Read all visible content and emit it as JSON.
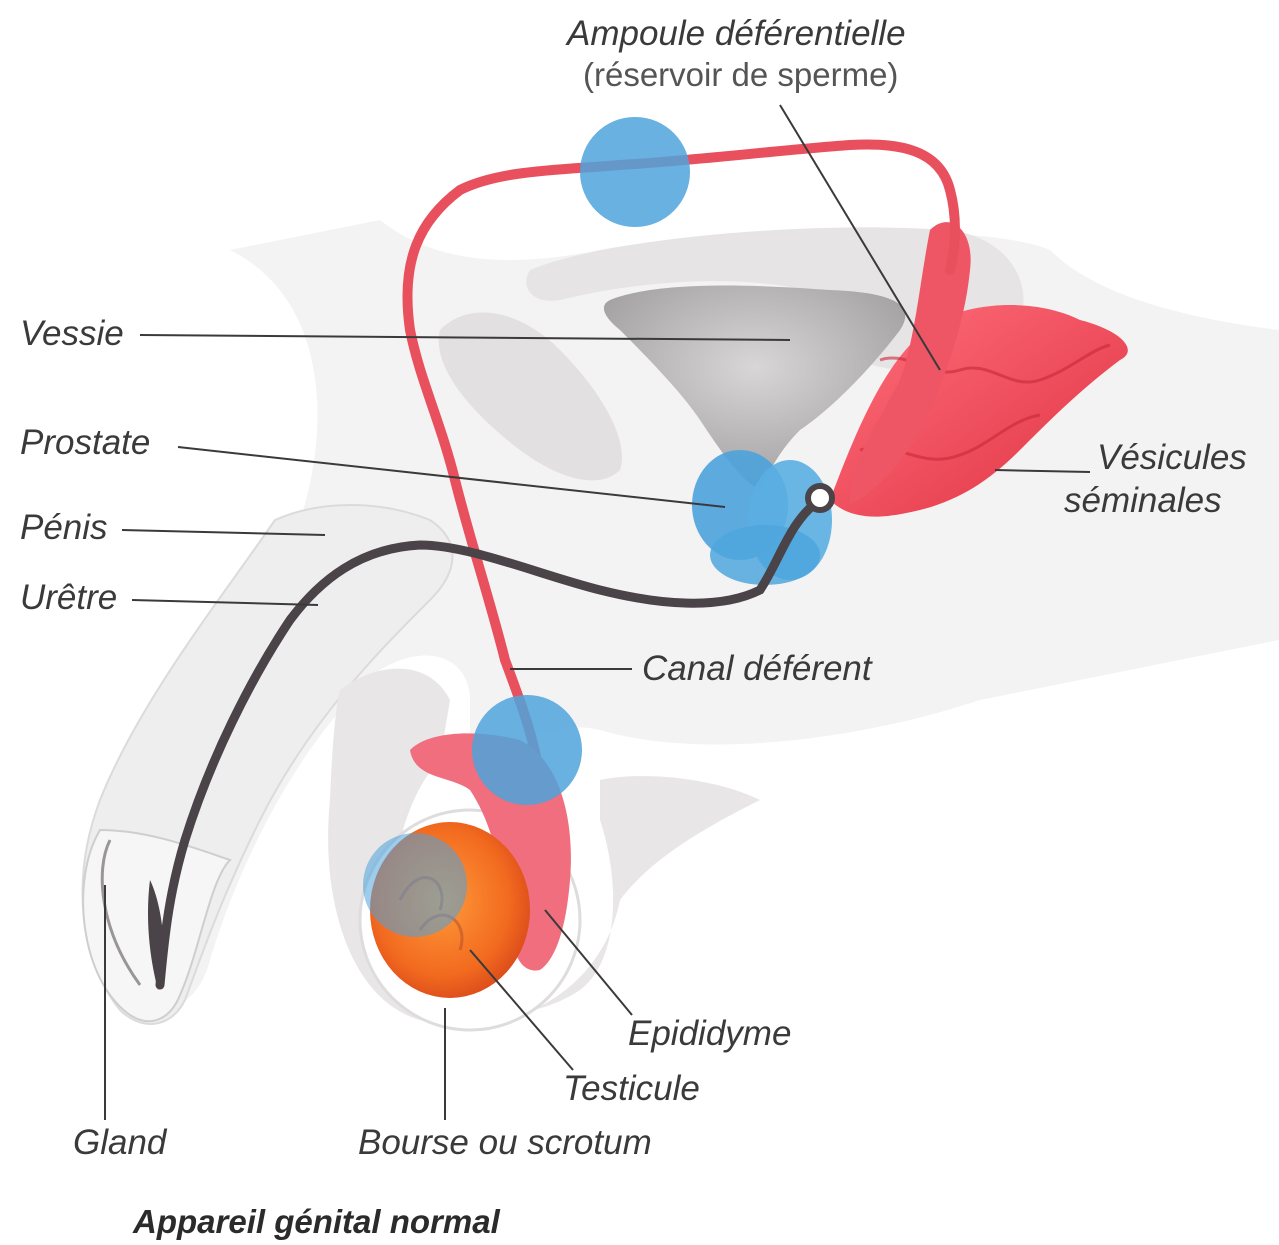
{
  "labels": {
    "ampoule": "Ampoule déférentielle",
    "ampoule_sub": "(réservoir de sperme)",
    "vessie": "Vessie",
    "prostate": "Prostate",
    "penis": "Pénis",
    "uretre": "Urêtre",
    "canal": "Canal déférent",
    "vesicules_1": "Vésicules",
    "vesicules_2": "séminales",
    "epididyme": "Epididyme",
    "testicule": "Testicule",
    "gland": "Gland",
    "bourse": "Bourse ou scrotum"
  },
  "caption": "Appareil génital normal",
  "colors": {
    "duct_red": "#e8505e",
    "highlight_blue": "#4da3dc",
    "testis_orange": "#f26a1f",
    "urethra_gray": "#4a4448",
    "tissue_gray": "#e4e2e2",
    "leader_line": "#3a3a3a"
  }
}
